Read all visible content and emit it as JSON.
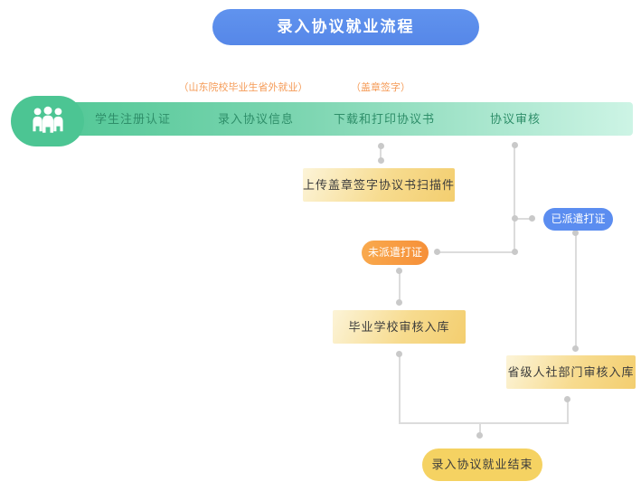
{
  "title": "录入协议就业流程",
  "flow_bar": {
    "icon": "group-people-icon",
    "steps": [
      {
        "label": "学生注册认证",
        "annotation": ""
      },
      {
        "label": "录入协议信息",
        "annotation": "（山东院校毕业生省外就业）"
      },
      {
        "label": "下载和打印协议书",
        "annotation": "（盖章签字）"
      },
      {
        "label": "协议审核",
        "annotation": ""
      }
    ]
  },
  "nodes": {
    "upload_scan": "上传盖章签字协议书扫描件",
    "dispatched": "已派遣打证",
    "not_dispatched": "未派遣打证",
    "school_review": "毕业学校审核入库",
    "provincial_review": "省级人社部门审核入库",
    "end": "录入协议就业结束"
  },
  "colors": {
    "title_bg": "#5B8DEB",
    "bar_gradient_start": "#50C795",
    "bar_gradient_end": "#CDF4E5",
    "cap_bg": "#4CC593",
    "step_text": "#2E8E69",
    "annotation_text": "#F59B57",
    "box_gradient_start": "#FCF4D8",
    "box_gradient_end": "#F3CE6F",
    "blue_pill": "#5B8DF0",
    "orange_pill": "#F79C40",
    "yellow_pill": "#F5D262",
    "connector_line": "#DCDCDC",
    "connector_dot": "#C9C9C9"
  }
}
